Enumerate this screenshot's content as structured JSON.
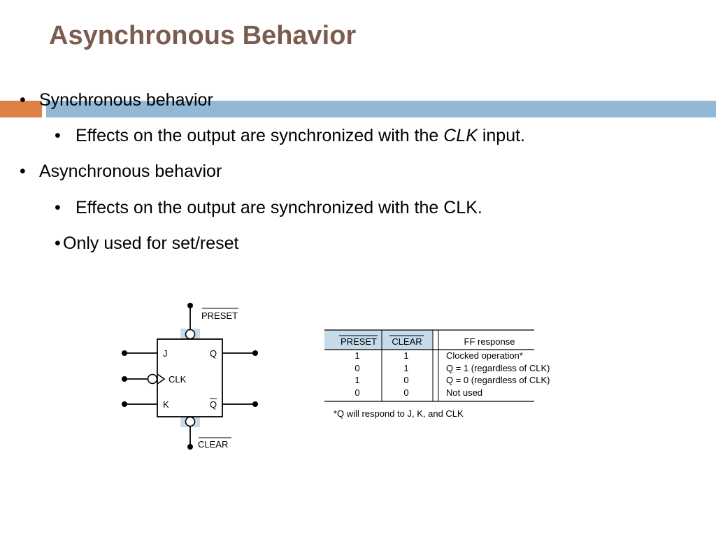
{
  "slide": {
    "title": "Asynchronous Behavior",
    "bullets": [
      {
        "text": "Synchronous behavior"
      },
      {
        "pre": "Effects on the output are synchronized with the ",
        "em": "CLK",
        "post": " input."
      },
      {
        "text": "Asynchronous behavior"
      },
      {
        "text": "Effects on the output are synchronized with the CLK."
      },
      {
        "text": "Only used for set/reset"
      }
    ],
    "accent_colors": {
      "title": "#7b5c4f",
      "orange_bar": "#dd8244",
      "blue_bar": "#93b8d6",
      "highlight": "#c5dbe9"
    }
  },
  "flipflop": {
    "pins": {
      "j": "J",
      "k": "K",
      "clk": "CLK",
      "q": "Q",
      "qbar": "Q"
    },
    "preset_label": "PRESET",
    "clear_label": "CLEAR"
  },
  "truth_table": {
    "headers": [
      "PRESET",
      "CLEAR",
      "FF response"
    ],
    "rows": [
      [
        "1",
        "1",
        "Clocked operation*"
      ],
      [
        "0",
        "1",
        "Q = 1 (regardless of CLK)"
      ],
      [
        "1",
        "0",
        "Q = 0 (regardless of CLK)"
      ],
      [
        "0",
        "0",
        "Not used"
      ]
    ],
    "footnote": "*Q will respond to J, K, and CLK"
  }
}
